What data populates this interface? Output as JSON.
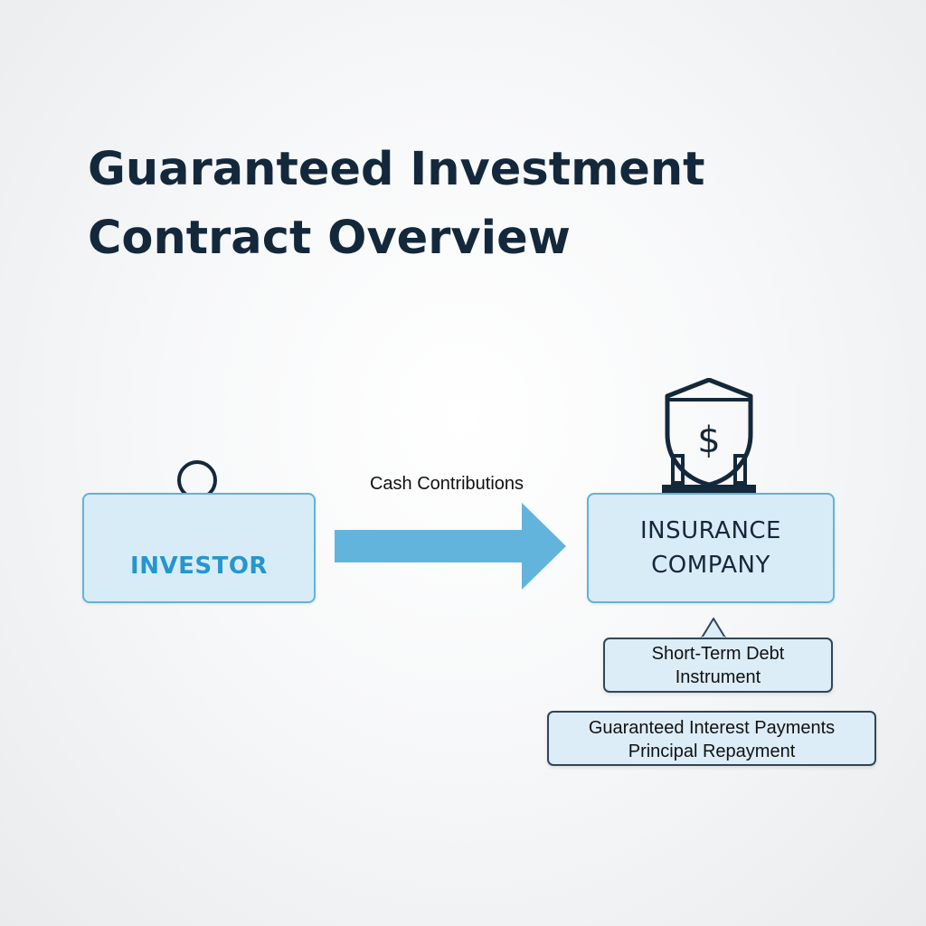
{
  "title": {
    "line1": "Guaranteed Investment",
    "line2": "Contract Overview"
  },
  "nodes": {
    "investor": {
      "label": "INVESTOR",
      "icon": "person-icon"
    },
    "insurer": {
      "line1": "INSURANCE",
      "line2": "COMPANY",
      "icon": "shield-dollar-icon"
    }
  },
  "flow": {
    "label": "Cash Contributions"
  },
  "callouts": {
    "debt": {
      "line1": "Short-Term Debt",
      "line2": "Instrument"
    },
    "returns": {
      "line1": "Guaranteed Interest Payments",
      "line2": "Principal Repayment"
    }
  },
  "colors": {
    "title": "#14283b",
    "box_fill": "#d8ecf7",
    "box_border": "#5fb3dd",
    "investor_text": "#2596cf",
    "arrow": "#62b4dd",
    "icon_stroke": "#14283b"
  }
}
